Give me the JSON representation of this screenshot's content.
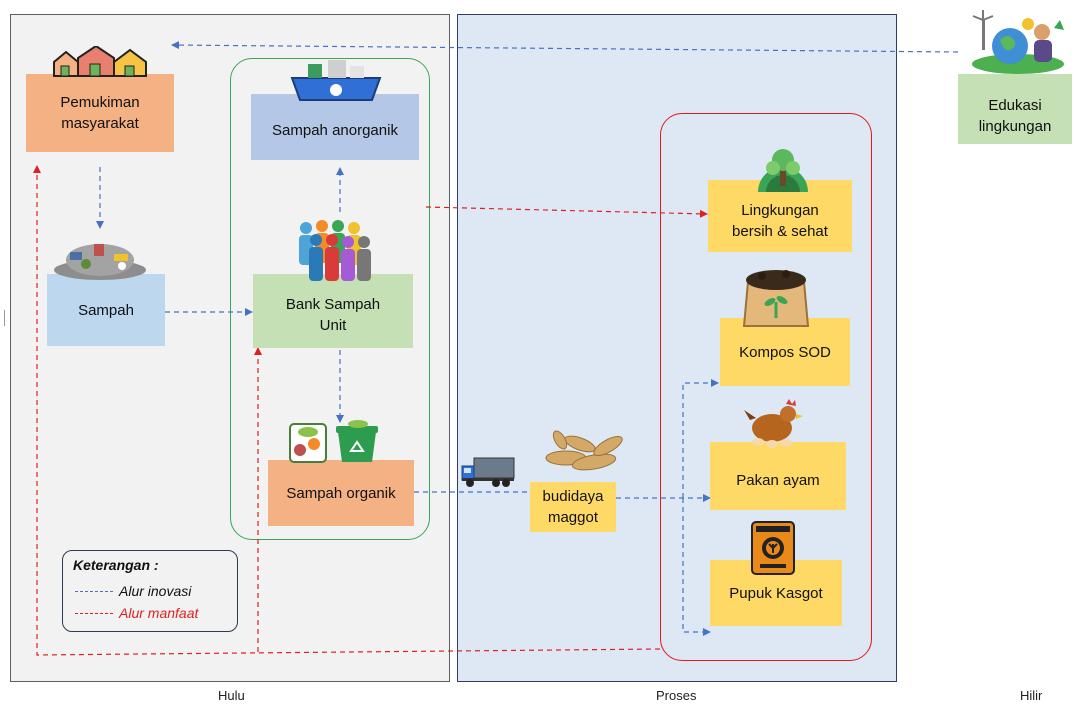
{
  "nodes": {
    "pemukiman": "Pemukiman\nmasyarakat",
    "sampah": "Sampah",
    "anorganik": "Sampah anorganik",
    "bank": "Bank Sampah\nUnit",
    "organik": "Sampah organik",
    "maggot": "budidaya\nmaggot",
    "lingkungan": "Lingkungan\nbersih & sehat",
    "kompos": "Kompos SOD",
    "pakan": "Pakan ayam",
    "pupuk": "Pupuk Kasgot",
    "edukasi": "Edukasi\nlingkungan"
  },
  "sections": {
    "hulu": "Hulu",
    "proses": "Proses",
    "hilir": "Hilir"
  },
  "legend": {
    "title": "Keterangan :",
    "innovation": "Alur inovasi",
    "benefit": "Alur manfaat"
  },
  "colors": {
    "innovation": "#4472c4",
    "benefit": "#e02020"
  },
  "icons": [
    "houses-icon",
    "waste-pile-icon",
    "recycle-bin-icon",
    "people-icon",
    "organic-bin-icon",
    "truck-icon",
    "maggot-icon",
    "earth-icon",
    "compost-bag-icon",
    "chicken-icon",
    "fertilizer-pack-icon",
    "education-icon"
  ]
}
